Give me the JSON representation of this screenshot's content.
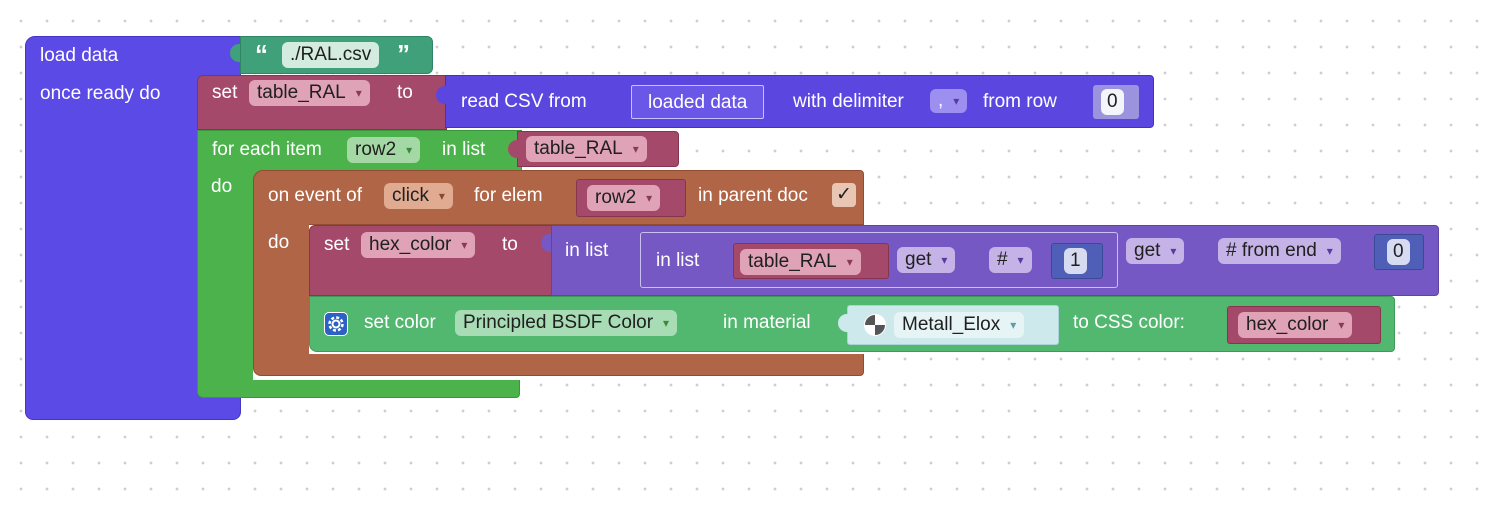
{
  "load_block": {
    "label_load": "load data",
    "label_ready": "once ready do",
    "file_open_quote": "“",
    "file_name": "./RAL.csv",
    "file_close_quote": "”"
  },
  "set_table_block": {
    "label_set": "set",
    "variable": "table_RAL",
    "label_to": "to"
  },
  "read_csv_block": {
    "label_read": "read CSV from",
    "source": "loaded data",
    "label_delimiter": "with delimiter",
    "delimiter": ",",
    "label_from_row": "from row",
    "row": "0"
  },
  "for_each_block": {
    "label_for_each": "for each item",
    "item_var": "row2",
    "label_in_list": "in list",
    "list_var": "table_RAL",
    "label_do": "do"
  },
  "event_block": {
    "label_on_event": "on event of",
    "event": "click",
    "label_for_elem": "for elem",
    "elem_var": "row2",
    "label_parent_doc": "in parent doc",
    "parent_doc_checked": "✓",
    "label_do": "do"
  },
  "set_hex_block": {
    "label_set": "set",
    "variable": "hex_color",
    "label_to": "to"
  },
  "outer_list_block": {
    "label_in_list": "in list",
    "mode": "get",
    "where": "# from end",
    "index": "0"
  },
  "inner_list_block": {
    "label_in_list": "in list",
    "list_var": "table_RAL",
    "mode": "get",
    "where": "#",
    "index": "1"
  },
  "set_color_block": {
    "label_set_color": "set color",
    "property": "Principled BSDF Color",
    "label_material": "in material",
    "material": "Metall_Elox",
    "label_css": "to CSS color:",
    "color_var": "hex_color"
  },
  "colors": {
    "event_purple": "#5b4ae6",
    "variable_pink": "#a5496b",
    "csv_purple": "#5b47e0",
    "loop_green": "#4cb34c",
    "text_teal": "#3fa07a",
    "event_brown": "#b06547",
    "list_purple": "#7558c4",
    "math_blue": "#4f5fb7",
    "color_green": "#52b86f"
  }
}
